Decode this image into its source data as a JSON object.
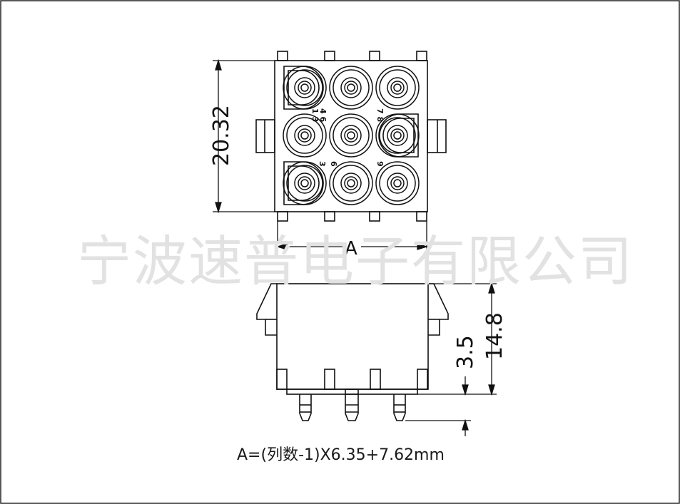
{
  "watermark": "宁波速普电子有限公司",
  "dimensions": {
    "height_top": "20.32",
    "width_label": "A",
    "side_height": "14.8",
    "pin_length": "3.5"
  },
  "pin_labels": {
    "top_left": "4 6",
    "top_left_lower": "1 3",
    "top_right": "7 8",
    "bottom_left": "3",
    "bottom_middle": "6",
    "bottom_right": "9"
  },
  "formula": "A=(列数-1)X6.35+7.62mm"
}
